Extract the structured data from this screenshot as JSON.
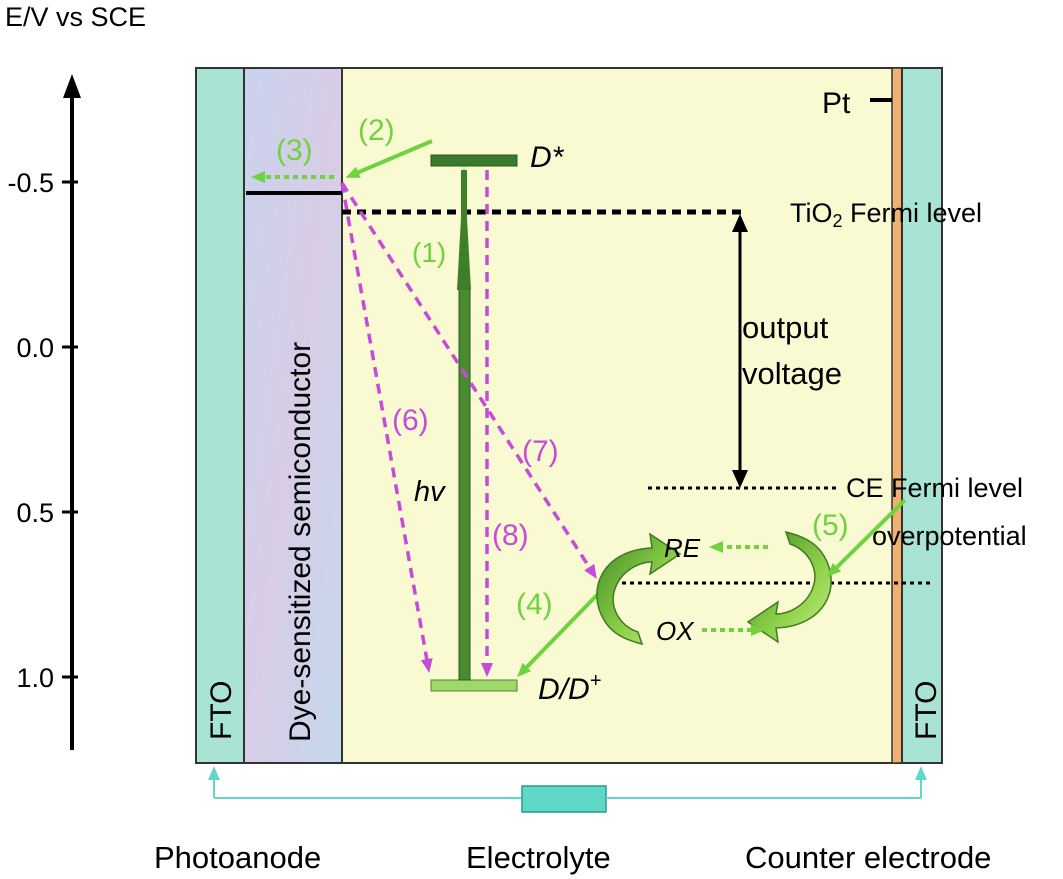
{
  "axis": {
    "title": "E/V vs SCE",
    "ticks": [
      {
        "label": "-0.5",
        "value": -0.5
      },
      {
        "label": "0.0",
        "value": 0.0
      },
      {
        "label": "0.5",
        "value": 0.5
      },
      {
        "label": "1.0",
        "value": 1.0
      }
    ]
  },
  "layers": {
    "fto_left": "FTO",
    "semiconductor": "Dye-sensitized semiconductor",
    "fto_right": "FTO",
    "pt": "Pt"
  },
  "levels": {
    "dye_excited": "D*",
    "dye_ground_main": "D/D",
    "dye_ground_sup": "+",
    "tio2_prefix": "TiO",
    "tio2_sub": "2",
    "tio2_suffix": " Fermi level",
    "ce_fermi": "CE  Fermi level",
    "overpotential": "overpotential",
    "output_voltage_line1": "output",
    "output_voltage_line2": "voltage",
    "hv": "hv",
    "re": "RE",
    "ox": "OX"
  },
  "processes": {
    "p1": "(1)",
    "p2": "(2)",
    "p3": "(3)",
    "p4": "(4)",
    "p5": "(5)",
    "p6": "(6)",
    "p7": "(7)",
    "p8": "(8)"
  },
  "bottom_labels": {
    "photoanode": "Photoanode",
    "electrolyte": "Electrolyte",
    "counter_electrode": "Counter electrode"
  },
  "colors": {
    "background_cell": "#fafad2",
    "fto": "#a9e3d3",
    "semiconductor": "#c8d4ec",
    "pt_strip": "#f0b070",
    "green_process": "#6fd23f",
    "magenta_process": "#c74ad8",
    "dark_green_level": "#3a7a2a",
    "light_green_level": "#9ed86a",
    "circuit": "#5fd8c8"
  }
}
